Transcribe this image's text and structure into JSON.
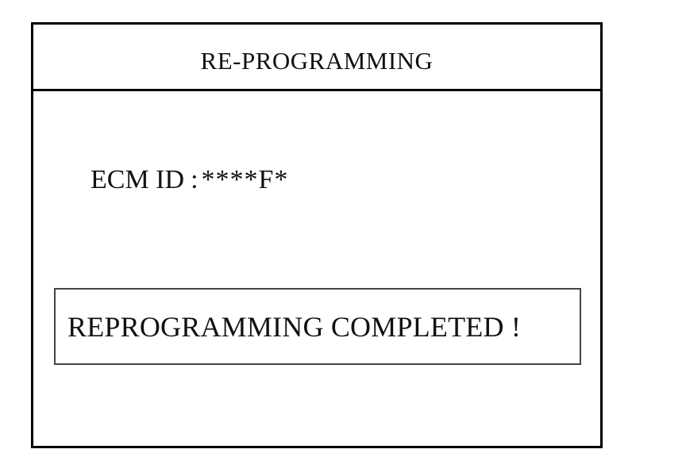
{
  "dialog": {
    "title": "RE-PROGRAMMING"
  },
  "ecm": {
    "label": "ECM ID",
    "separator": ":",
    "value": "****F*"
  },
  "status": {
    "message": "REPROGRAMMING COMPLETED !"
  }
}
